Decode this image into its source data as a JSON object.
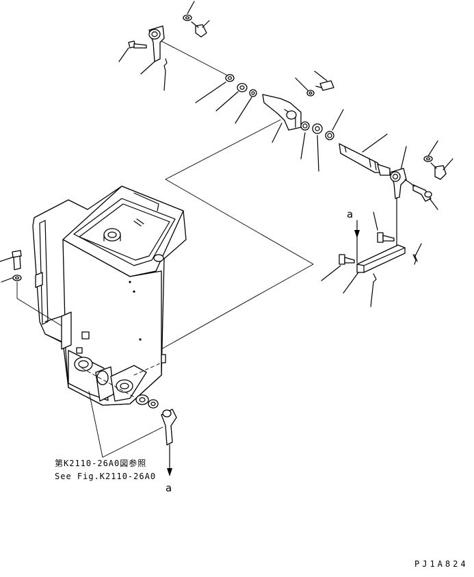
{
  "reference": {
    "japanese": "第K2110-26A0図参照",
    "english": "See Fig.K2110-26A0"
  },
  "markers": {
    "upper": "a",
    "lower": "a"
  },
  "drawing_code": "PJ1A824"
}
